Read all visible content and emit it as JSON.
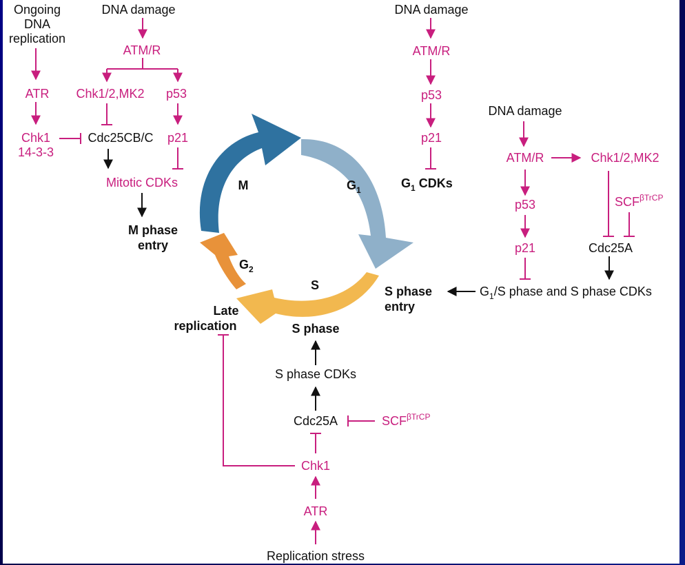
{
  "colors": {
    "magenta": "#c81e7e",
    "black": "#111111",
    "phase_m": "#2f72a0",
    "phase_g1": "#8fb0c9",
    "phase_s": "#f2b84f",
    "phase_g2": "#e8923a"
  },
  "cycle": {
    "m": "M",
    "g1": "G",
    "g1_sub": "1",
    "s": "S",
    "g2": "G",
    "g2_sub": "2"
  },
  "left": {
    "ongoing_1": "Ongoing",
    "ongoing_2": "DNA",
    "ongoing_3": "replication",
    "dna_damage": "DNA damage",
    "atmr": "ATM/R",
    "atr": "ATR",
    "chk12mk2": "Chk1/2,MK2",
    "p53": "p53",
    "chk1": "Chk1",
    "chk1_b": "14-3-3",
    "cdc25": "Cdc25CB/C",
    "p21": "p21",
    "mitotic": "Mitotic CDKs",
    "mphase_1": "M phase",
    "mphase_2": "entry"
  },
  "g1path": {
    "dna_damage": "DNA damage",
    "atmr": "ATM/R",
    "p53": "p53",
    "p21": "p21",
    "g1cdk_g": "G",
    "g1cdk_sub": "1",
    "g1cdk_rest": " CDKs"
  },
  "right": {
    "dna_damage": "DNA damage",
    "atmr": "ATM/R",
    "chk12mk2": "Chk1/2,MK2",
    "p53": "p53",
    "scf": "SCF",
    "scf_sup": "βTrCP",
    "p21": "p21",
    "cdc25a": "Cdc25A",
    "cdks_g": "G",
    "cdks_sub": "1",
    "cdks_rest": "/S phase and S phase CDKs",
    "sentry_1": "S phase",
    "sentry_2": "entry"
  },
  "bottom": {
    "late_1": "Late",
    "late_2": "replication",
    "sphase": "S phase",
    "scdks": "S phase CDKs",
    "cdc25a": "Cdc25A",
    "scf": "SCF",
    "scf_sup": "βTrCP",
    "chk1": "Chk1",
    "atr": "ATR",
    "stress": "Replication stress"
  }
}
